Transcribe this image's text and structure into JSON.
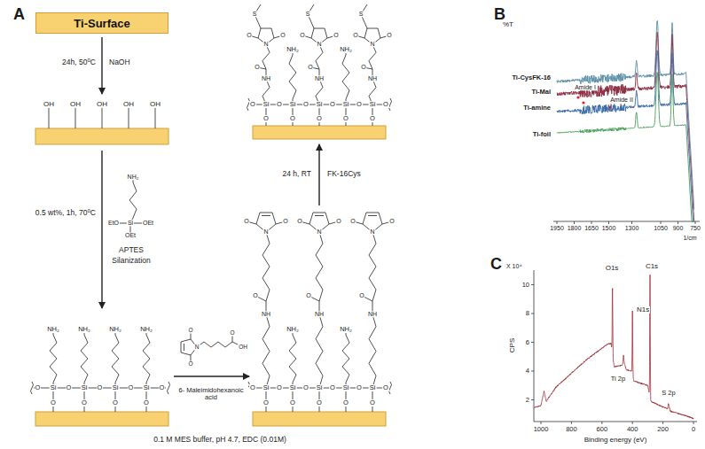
{
  "diagram": {
    "nodes": [
      {
        "text": [
          "Ti-Surface"
        ]
      }
    ],
    "labels": [
      "A",
      "24h, 50⁰C",
      "NaOH",
      "OH",
      "OH",
      "OH",
      "OH",
      "OH",
      "0.5 wt%, 1h, 70⁰C",
      "NH₂",
      "EtO",
      "Si",
      "OEt",
      "OEt",
      "APTES",
      "Silanization",
      "NH₂",
      "NH₂",
      "NH₂",
      "NH₂",
      "O",
      "Si",
      "O",
      "Si",
      "O",
      "Si",
      "O",
      "Si",
      "O",
      "O",
      "O",
      "O",
      "O",
      "6- Maleimidohexanoic acid",
      "O",
      "N",
      "O",
      "O",
      "OH",
      "0.1 M MES buffer, pH 4.7, EDC (0.01M)",
      "O",
      "O",
      "N",
      "O",
      "NH",
      "NH₂",
      "O",
      "O",
      "N",
      "O",
      "NH",
      "NH₂",
      "O",
      "O",
      "N",
      "O",
      "NH",
      "O",
      "Si",
      "O",
      "Si",
      "O",
      "Si",
      "O",
      "Si",
      "O",
      "Si",
      "O",
      "O",
      "O",
      "O",
      "O",
      "O",
      "24 h, RT",
      "FK-16Cys",
      "S",
      "O",
      "O",
      "N",
      "O",
      "NH",
      "NH₂",
      "S",
      "O",
      "O",
      "N",
      "O",
      "NH",
      "NH₂",
      "S",
      "O",
      "O",
      "N",
      "O",
      "NH",
      "O",
      "Si",
      "O",
      "Si",
      "O",
      "Si",
      "O",
      "Si",
      "O",
      "Si",
      "O",
      "O",
      "O",
      "O",
      "O",
      "O",
      "B",
      "%T",
      "Ti-CysFK-16",
      "Ti-Mal",
      "Ti-amine",
      "Ti-foil",
      "Amide I",
      "Amide II",
      "1950",
      "1800",
      "1650",
      "1500",
      "1300",
      "1050",
      "900",
      "750",
      "1/cm",
      "C",
      "X 10⁴",
      "CPS",
      "10",
      "8",
      "6",
      "4",
      "2",
      "O1s",
      "N1s",
      "C1s",
      "Ti 2p",
      "S 2p",
      "1000",
      "800",
      "600",
      "400",
      "200",
      "0",
      "Binding energy (eV)"
    ]
  }
}
